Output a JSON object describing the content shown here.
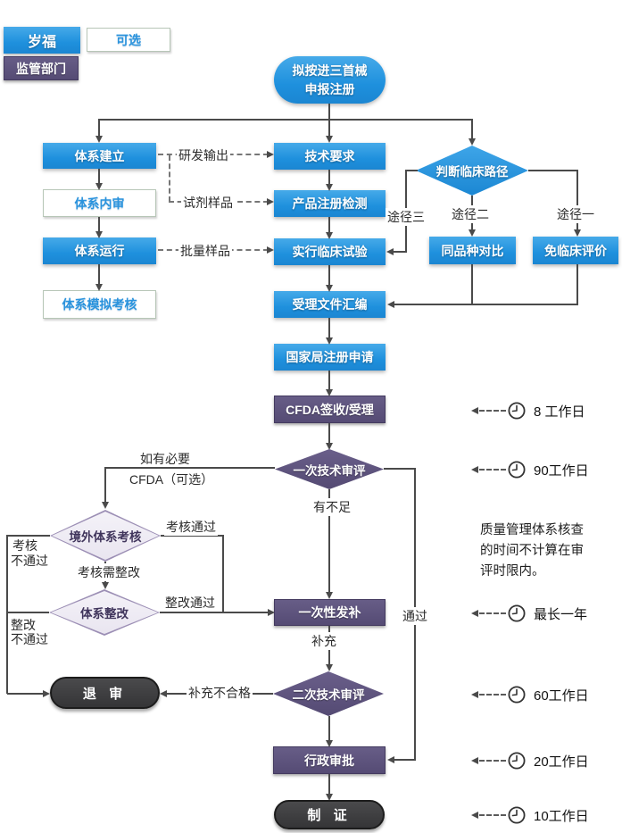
{
  "colors": {
    "process_blue": "#2196e0",
    "regulator_purple": "#5d537d",
    "optional_border": "#b7c6b7",
    "optional_text_blue": "#2a93dd",
    "dark_terminal": "#3e3e40",
    "decision_light_fill": "#efecf4",
    "decision_light_border": "#9c8fb5",
    "connector": "#4a4a4a"
  },
  "legend": {
    "applicant": "岁福",
    "optional": "可选",
    "regulator": "监管部门"
  },
  "nodes": {
    "start": {
      "line1": "拟按进三首械",
      "line2": "申报注册"
    },
    "system_setup": "体系建立",
    "system_internal_audit": "体系内审",
    "system_operation": "体系运行",
    "system_mock_audit": "体系模拟考核",
    "technical_requirements": "技术要求",
    "product_registration_testing": "产品注册检测",
    "clinical_trial": "实行临床试验",
    "dossier_compilation": "受理文件汇编",
    "national_application": "国家局注册申请",
    "cfda_acceptance": "CFDA签收/受理",
    "clinical_path_decision": "判断临床路径",
    "same_kind_comparison": "同品种对比",
    "clinical_exemption": "免临床评价",
    "first_review": "一次技术审评",
    "overseas_audit": "境外体系考核",
    "system_rectification": "体系整改",
    "one_time_supplement": "一次性发补",
    "rejection": "退 审",
    "second_review": "二次技术审评",
    "administrative_approval": "行政审批",
    "certificate_issuance": "制 证"
  },
  "edges": {
    "rd_output": "研发输出",
    "reagent_sample": "试剂样品",
    "batch_sample": "批量样品",
    "path1": "途径一",
    "path2": "途径二",
    "path3": "途径三",
    "if_necessary": "如有必要",
    "cfda_optional": "CFDA（可选）",
    "deficient": "有不足",
    "audit_pass": "考核通过",
    "audit_need_rectify": "考核需整改",
    "audit_fail_1": "考核",
    "audit_fail_2": "不通过",
    "rectify_pass": "整改通过",
    "rectify_fail_1": "整改",
    "rectify_fail_2": "不通过",
    "supplement": "补充",
    "supplement_fail": "补充不合格",
    "pass": "通过"
  },
  "annotations": {
    "note_line1": "质量管理体系核查",
    "note_line2": "的时间不计算在审",
    "note_line3": "评时限内。",
    "timers": [
      {
        "label": "8 工作日"
      },
      {
        "label": "90工作日"
      },
      {
        "label": "最长一年"
      },
      {
        "label": "60工作日"
      },
      {
        "label": "20工作日"
      },
      {
        "label": "10工作日"
      }
    ]
  }
}
